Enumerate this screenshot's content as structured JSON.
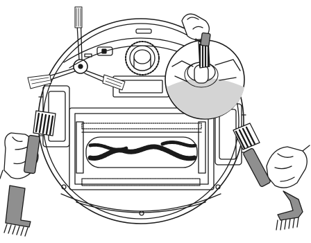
{
  "figure": {
    "type": "line-art instructional illustration",
    "colors": {
      "line": "#1a1a1a",
      "accent_gray": "#8f8f8f",
      "light_gray": "#c9c9c9",
      "background": "#ffffff"
    },
    "icons": [
      "robot-vacuum-underside",
      "side-brush",
      "main-roller-brush",
      "front-caster-wheel",
      "left-drive-wheel",
      "right-drive-wheel",
      "magnifier-callout",
      "cleaning-brush-tool",
      "hand"
    ]
  }
}
